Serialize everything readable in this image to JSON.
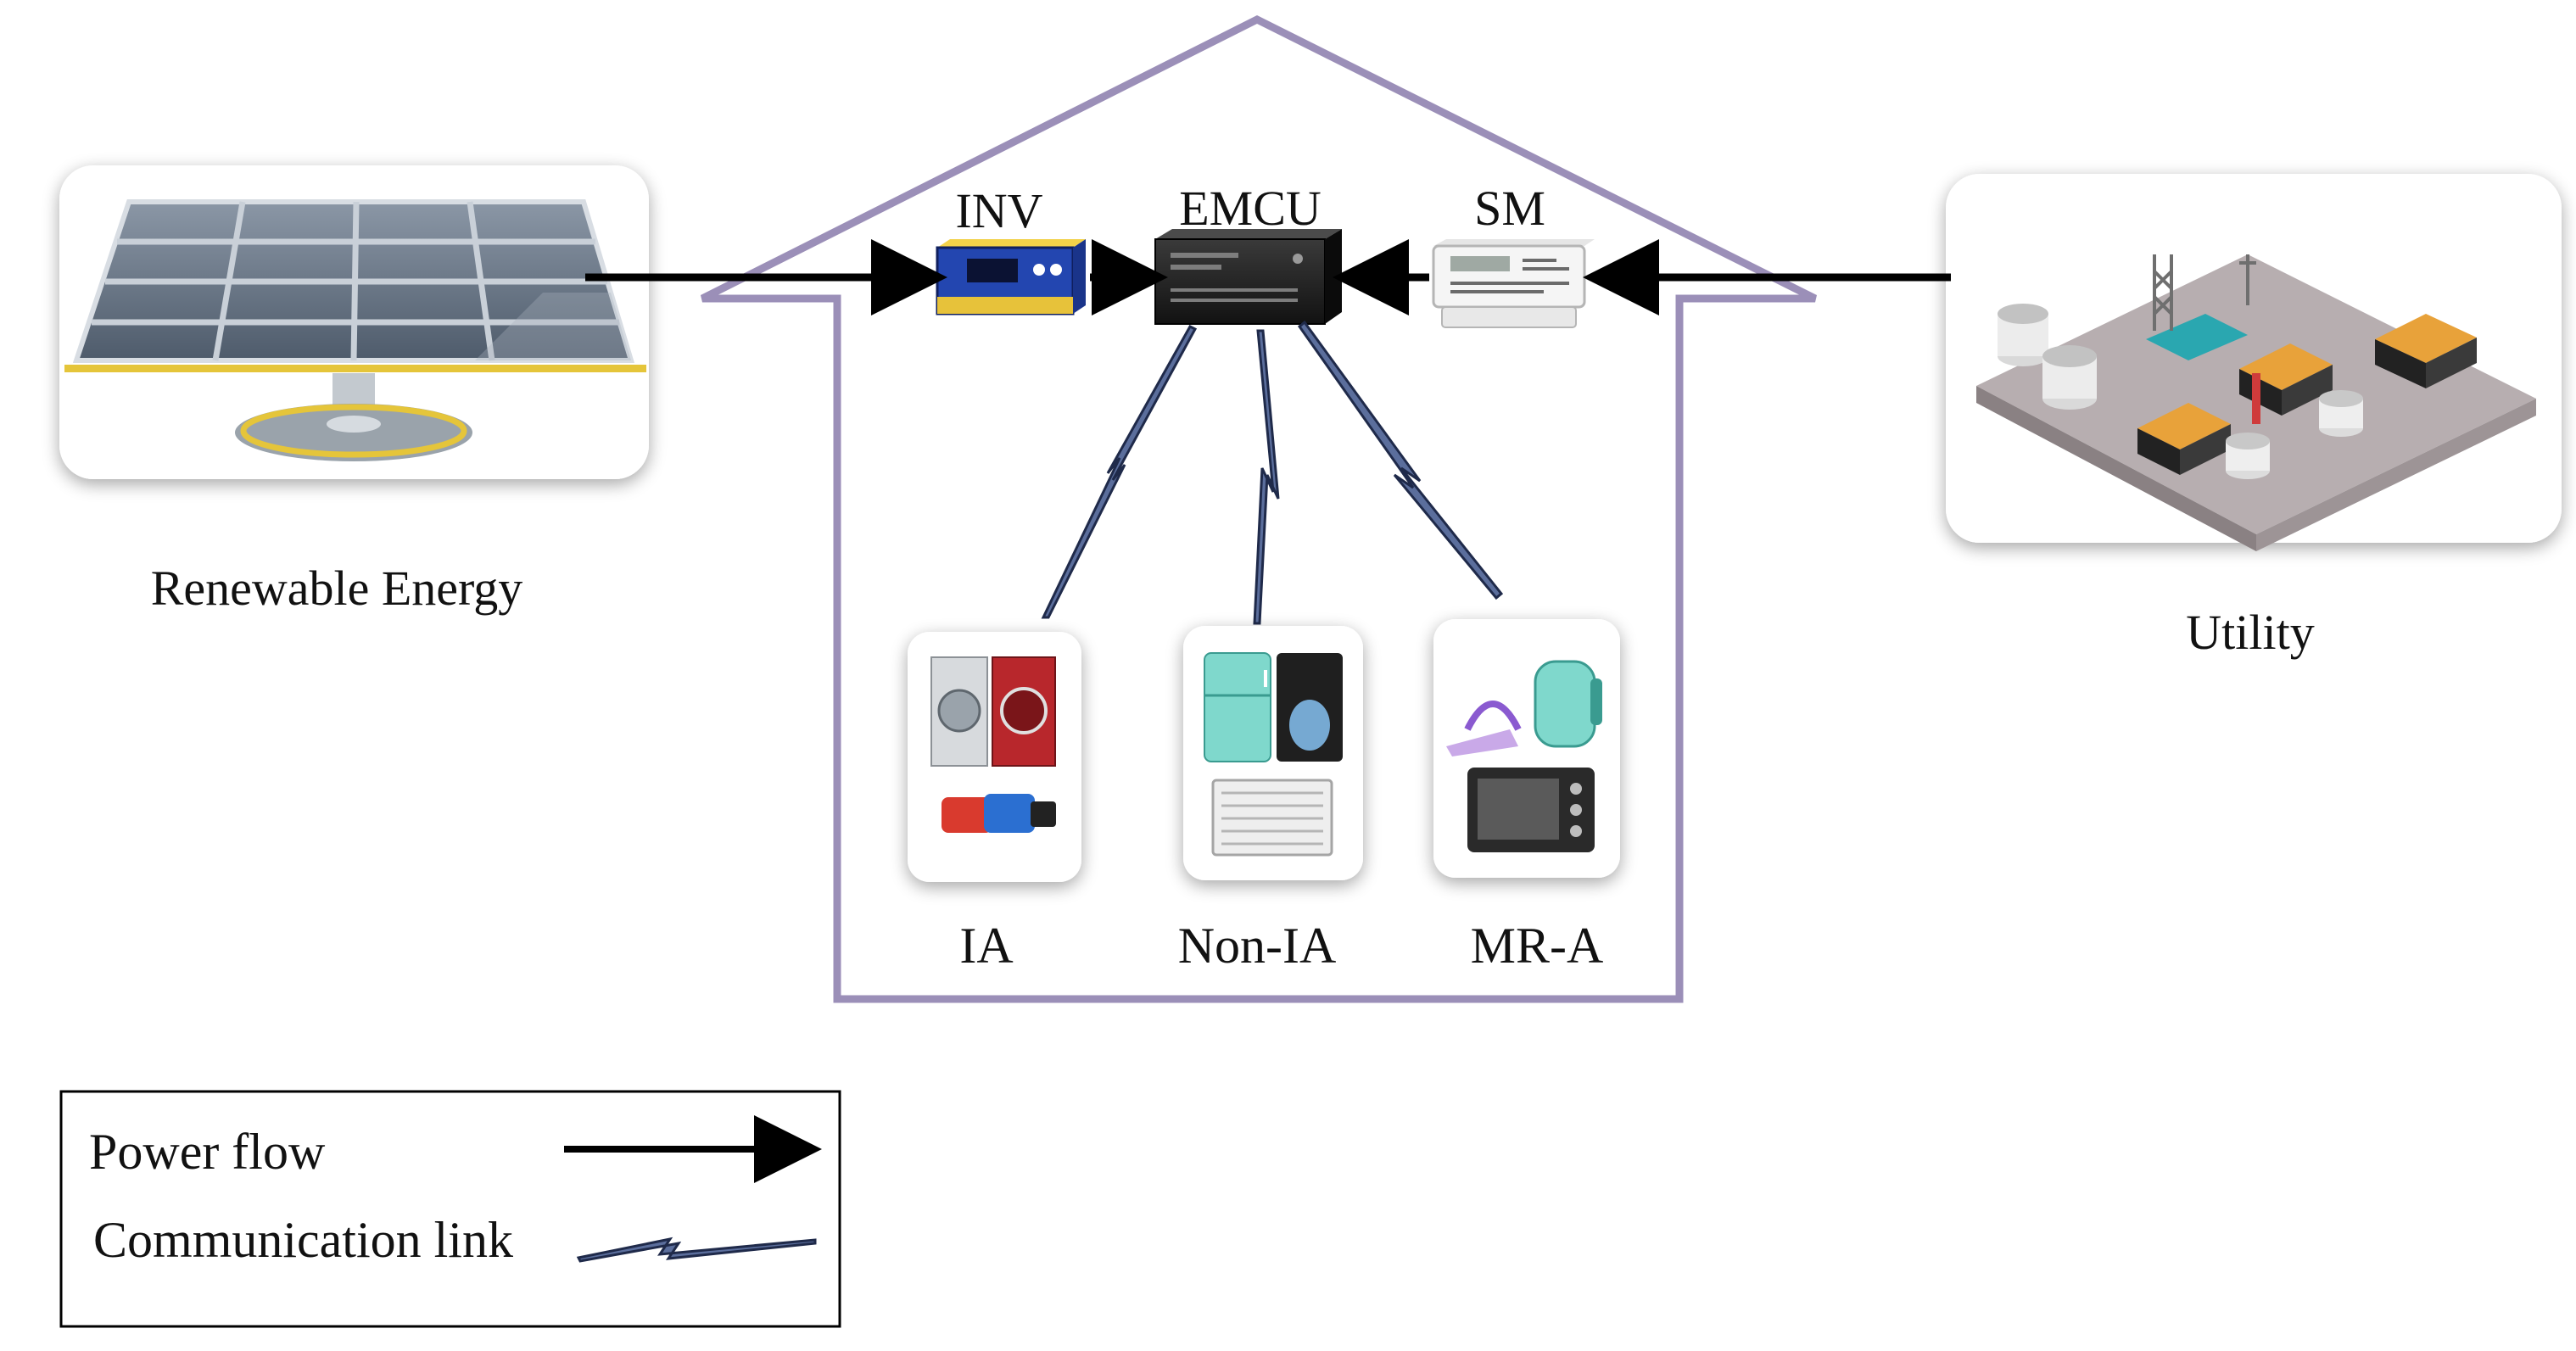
{
  "labels": {
    "inv": "INV",
    "emcu": "EMCU",
    "sm": "SM",
    "renewable": "Renewable Energy",
    "utility": "Utility",
    "ia": "IA",
    "non_ia": "Non-IA",
    "mr_a": "MR-A"
  },
  "legend": {
    "power_flow": "Power flow",
    "communication_link": "Communication link"
  },
  "colors": {
    "house_outline": "#9b8fb8",
    "power_arrow": "#000000",
    "comm_link_fill": "#5b6e9c",
    "comm_link_stroke": "#1f2a4a"
  }
}
